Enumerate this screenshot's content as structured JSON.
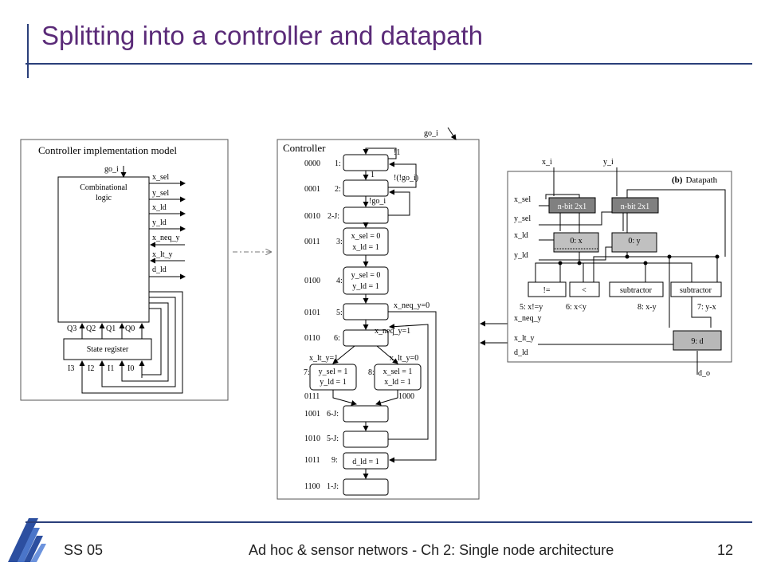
{
  "slide": {
    "title": "Splitting into a controller and datapath",
    "footer_left": "SS 05",
    "footer_center": "Ad hoc & sensor networs - Ch 2: Single node architecture",
    "footer_right": "12",
    "logo_icon": "book-logo-icon"
  },
  "impl_model": {
    "title": "Controller implementation model",
    "comb_logic_line1": "Combinational",
    "comb_logic_line2": "logic",
    "go_input": "go_i",
    "outputs": [
      "x_sel",
      "y_sel",
      "x_ld",
      "y_ld",
      "x_neq_y",
      "x_lt_y",
      "d_ld"
    ],
    "state_register": "State register",
    "q_labels": [
      "Q3",
      "Q2",
      "Q1",
      "Q0"
    ],
    "i_labels": [
      "I3",
      "I2",
      "I1",
      "I0"
    ]
  },
  "controller": {
    "title": "Controller",
    "go_input": "go_i",
    "state_codes": [
      "0000",
      "0001",
      "0010",
      "0011",
      "0100",
      "0101",
      "0110",
      "0111",
      "1000",
      "1001",
      "1010",
      "1011",
      "1100"
    ],
    "state_ids": [
      "1:",
      "2:",
      "2-J:",
      "3:",
      "4:",
      "5:",
      "6:",
      "7:",
      "8:",
      "6-J:",
      "5-J:",
      "9:",
      "1-J:"
    ],
    "state_actions": {
      "s3_line1": "x_sel = 0",
      "s3_line2": "x_ld = 1",
      "s4_line1": "y_sel = 0",
      "s4_line2": "y_ld = 1",
      "s7_line1": "y_sel = 1",
      "s7_line2": "y_ld = 1",
      "s8_line1": "x_sel = 1",
      "s8_line2": "x_ld = 1",
      "s9": "d_ld = 1"
    },
    "transitions": {
      "not_one": "!1",
      "one": "1",
      "not_not_go": "!(!go_i)",
      "not_go": "!go_i",
      "x_neq_y_0": "x_neq_y=0",
      "x_neq_y_1": "x_neq_y=1",
      "x_lt_y_1": "x_lt_y=1",
      "x_lt_y_0": "x_lt_y=0"
    }
  },
  "datapath": {
    "title_prefix": "(b)",
    "title": "Datapath",
    "inputs": [
      "x_i",
      "y_i"
    ],
    "control_signals": [
      "x_sel",
      "y_sel",
      "x_ld",
      "y_ld"
    ],
    "mux_labels": [
      "n-bit 2x1",
      "n-bit 2x1"
    ],
    "register_labels": [
      "0: x",
      "0: y"
    ],
    "functional_units": [
      "!=",
      "<",
      "subtractor",
      "subtractor"
    ],
    "unit_captions": [
      "5: x!=y",
      "6: x<y",
      "8: x-y",
      "7: y-x"
    ],
    "status_outputs": [
      "x_neq_y",
      "x_lt_y"
    ],
    "d_ld": "d_ld",
    "d_register": "9: d",
    "output": "d_o"
  },
  "colors": {
    "title": "#5a2a78",
    "rule": "#2a3f7a",
    "mux_fill": "#808080",
    "reg_fill": "#c0c0c0",
    "d_fill": "#b8b8b8"
  }
}
